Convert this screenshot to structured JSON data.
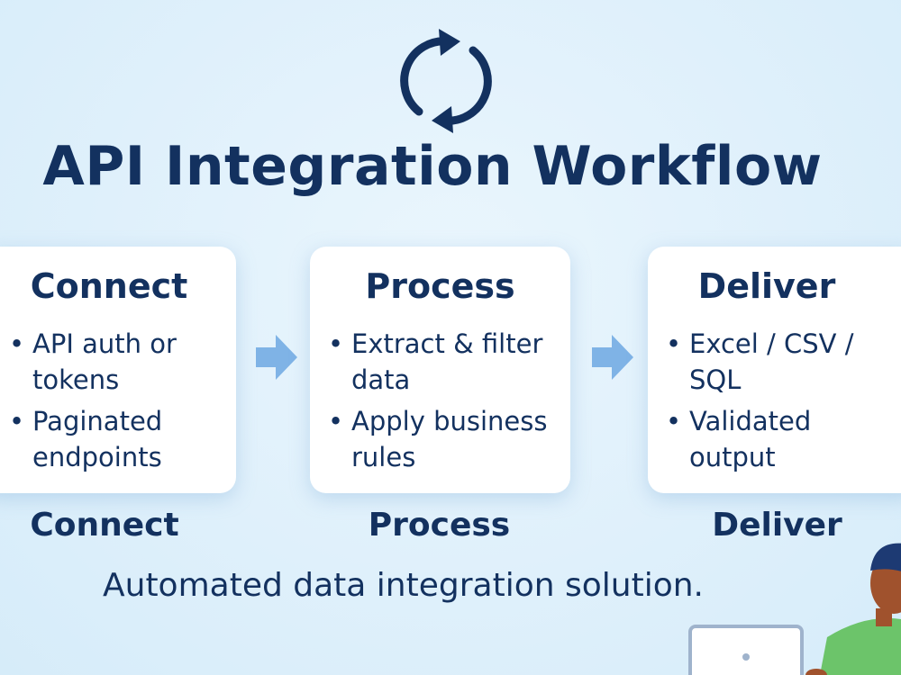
{
  "title": "API Integration Workflow",
  "icons": {
    "top": "sync-icon",
    "flow_arrow": "arrow-right-icon",
    "illustration": "person-with-laptop"
  },
  "colors": {
    "primary_text": "#13315f",
    "sync_icon": "#13315f",
    "arrow": "#7fb3e6",
    "card_background": "#ffffff",
    "page_background": "#dff0fb"
  },
  "stages": [
    {
      "title": "Connect",
      "bullets": [
        "API auth or tokens",
        "Paginated endpoints"
      ],
      "label": "Connect"
    },
    {
      "title": "Process",
      "bullets": [
        "Extract & filter data",
        "Apply business rules"
      ],
      "label": "Process"
    },
    {
      "title": "Deliver",
      "bullets": [
        "Excel / CSV / SQL",
        "Validated output"
      ],
      "label": "Deliver"
    }
  ],
  "subtitle": "Automated data integration solution."
}
